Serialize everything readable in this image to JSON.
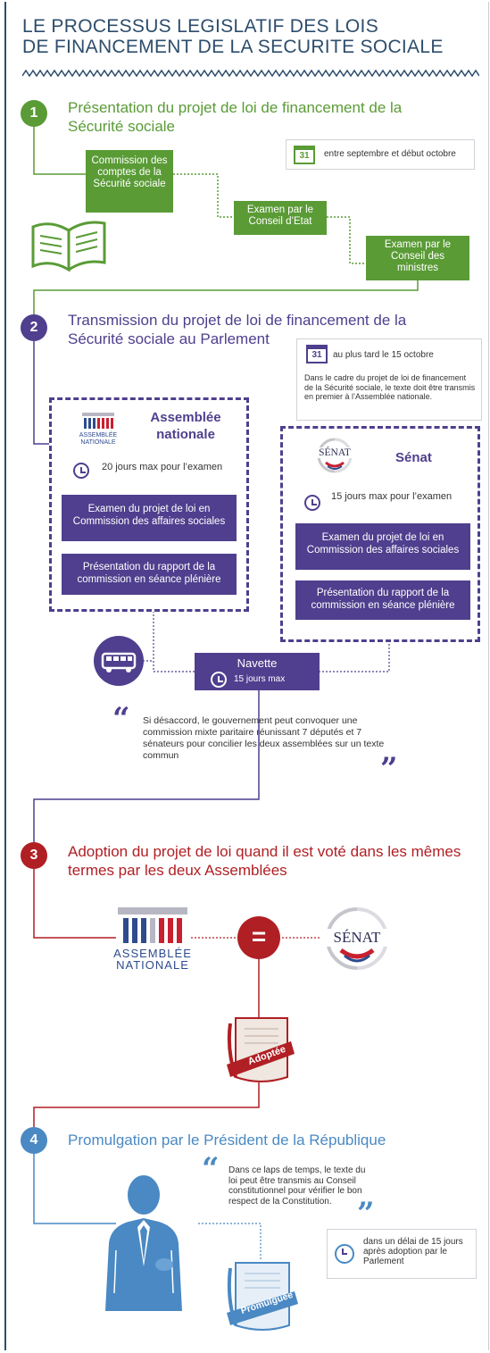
{
  "title": {
    "line1": "LE PROCESSUS LEGISLATIF DES LOIS",
    "line2": "DE FINANCEMENT DE LA SECURITE SOCIALE"
  },
  "colors": {
    "navy": "#2d4d6c",
    "green": "#5a9b36",
    "purple": "#4f3f8e",
    "red": "#b01f24",
    "blue": "#4a89c3"
  },
  "step1": {
    "number": "1",
    "title": "Présentation du projet de loi de financement de la Sécurité sociale",
    "date_text": "entre septembre et début octobre",
    "calendar_day": "31",
    "box_commission": "Commission des comptes de la Sécurité sociale",
    "box_conseil_etat": "Examen par le Conseil d’Etat",
    "box_conseil_ministres": "Examen par le Conseil des ministres"
  },
  "step2": {
    "number": "2",
    "title": "Transmission du projet de loi de financement de la Sécurité sociale au Parlement",
    "calendar_day": "31",
    "date_text": "au plus tard le 15 octobre",
    "note": "Dans le cadre du projet de loi de financement de la Sécurité sociale, le texte doit être transmis en premier à l’Assemblée nationale.",
    "an": {
      "name": "Assemblée nationale",
      "logo_line1": "ASSEMBLÉE",
      "logo_line2": "NATIONALE",
      "delay": "20 jours max pour l’examen",
      "box1": "Examen du projet de loi en Commission des affaires sociales",
      "box2": "Présentation du rapport de la commission en séance plénière"
    },
    "senat": {
      "name": "Sénat",
      "logo": "SÉNAT",
      "delay": "15 jours max pour l’examen",
      "box1": "Examen du projet de loi en Commission des affaires sociales",
      "box2": "Présentation du rapport de la commission en séance plénière"
    },
    "navette_label": "Navette",
    "navette_delay": "15 jours max",
    "quote": "Si désaccord, le gouvernement peut convoquer une commission mixte paritaire réunissant 7 députés et 7 sénateurs pour concilier les deux assemblées sur un texte commun"
  },
  "step3": {
    "number": "3",
    "title": "Adoption du projet de loi quand il est voté dans les mêmes termes par les deux Assemblées",
    "equals": "=",
    "an_logo_line1": "ASSEMBLÉE",
    "an_logo_line2": "NATIONALE",
    "senat_logo": "SÉNAT",
    "stamp": "Adoptée"
  },
  "step4": {
    "number": "4",
    "title": "Promulgation par le Président de la République",
    "quote": "Dans ce laps de temps, le texte du loi peut être transmis au Conseil constitutionnel pour vérifier le bon respect de la Constitution.",
    "delay": "dans un délai de 15 jours après adoption par le Parlement",
    "stamp": "Promulguée"
  }
}
